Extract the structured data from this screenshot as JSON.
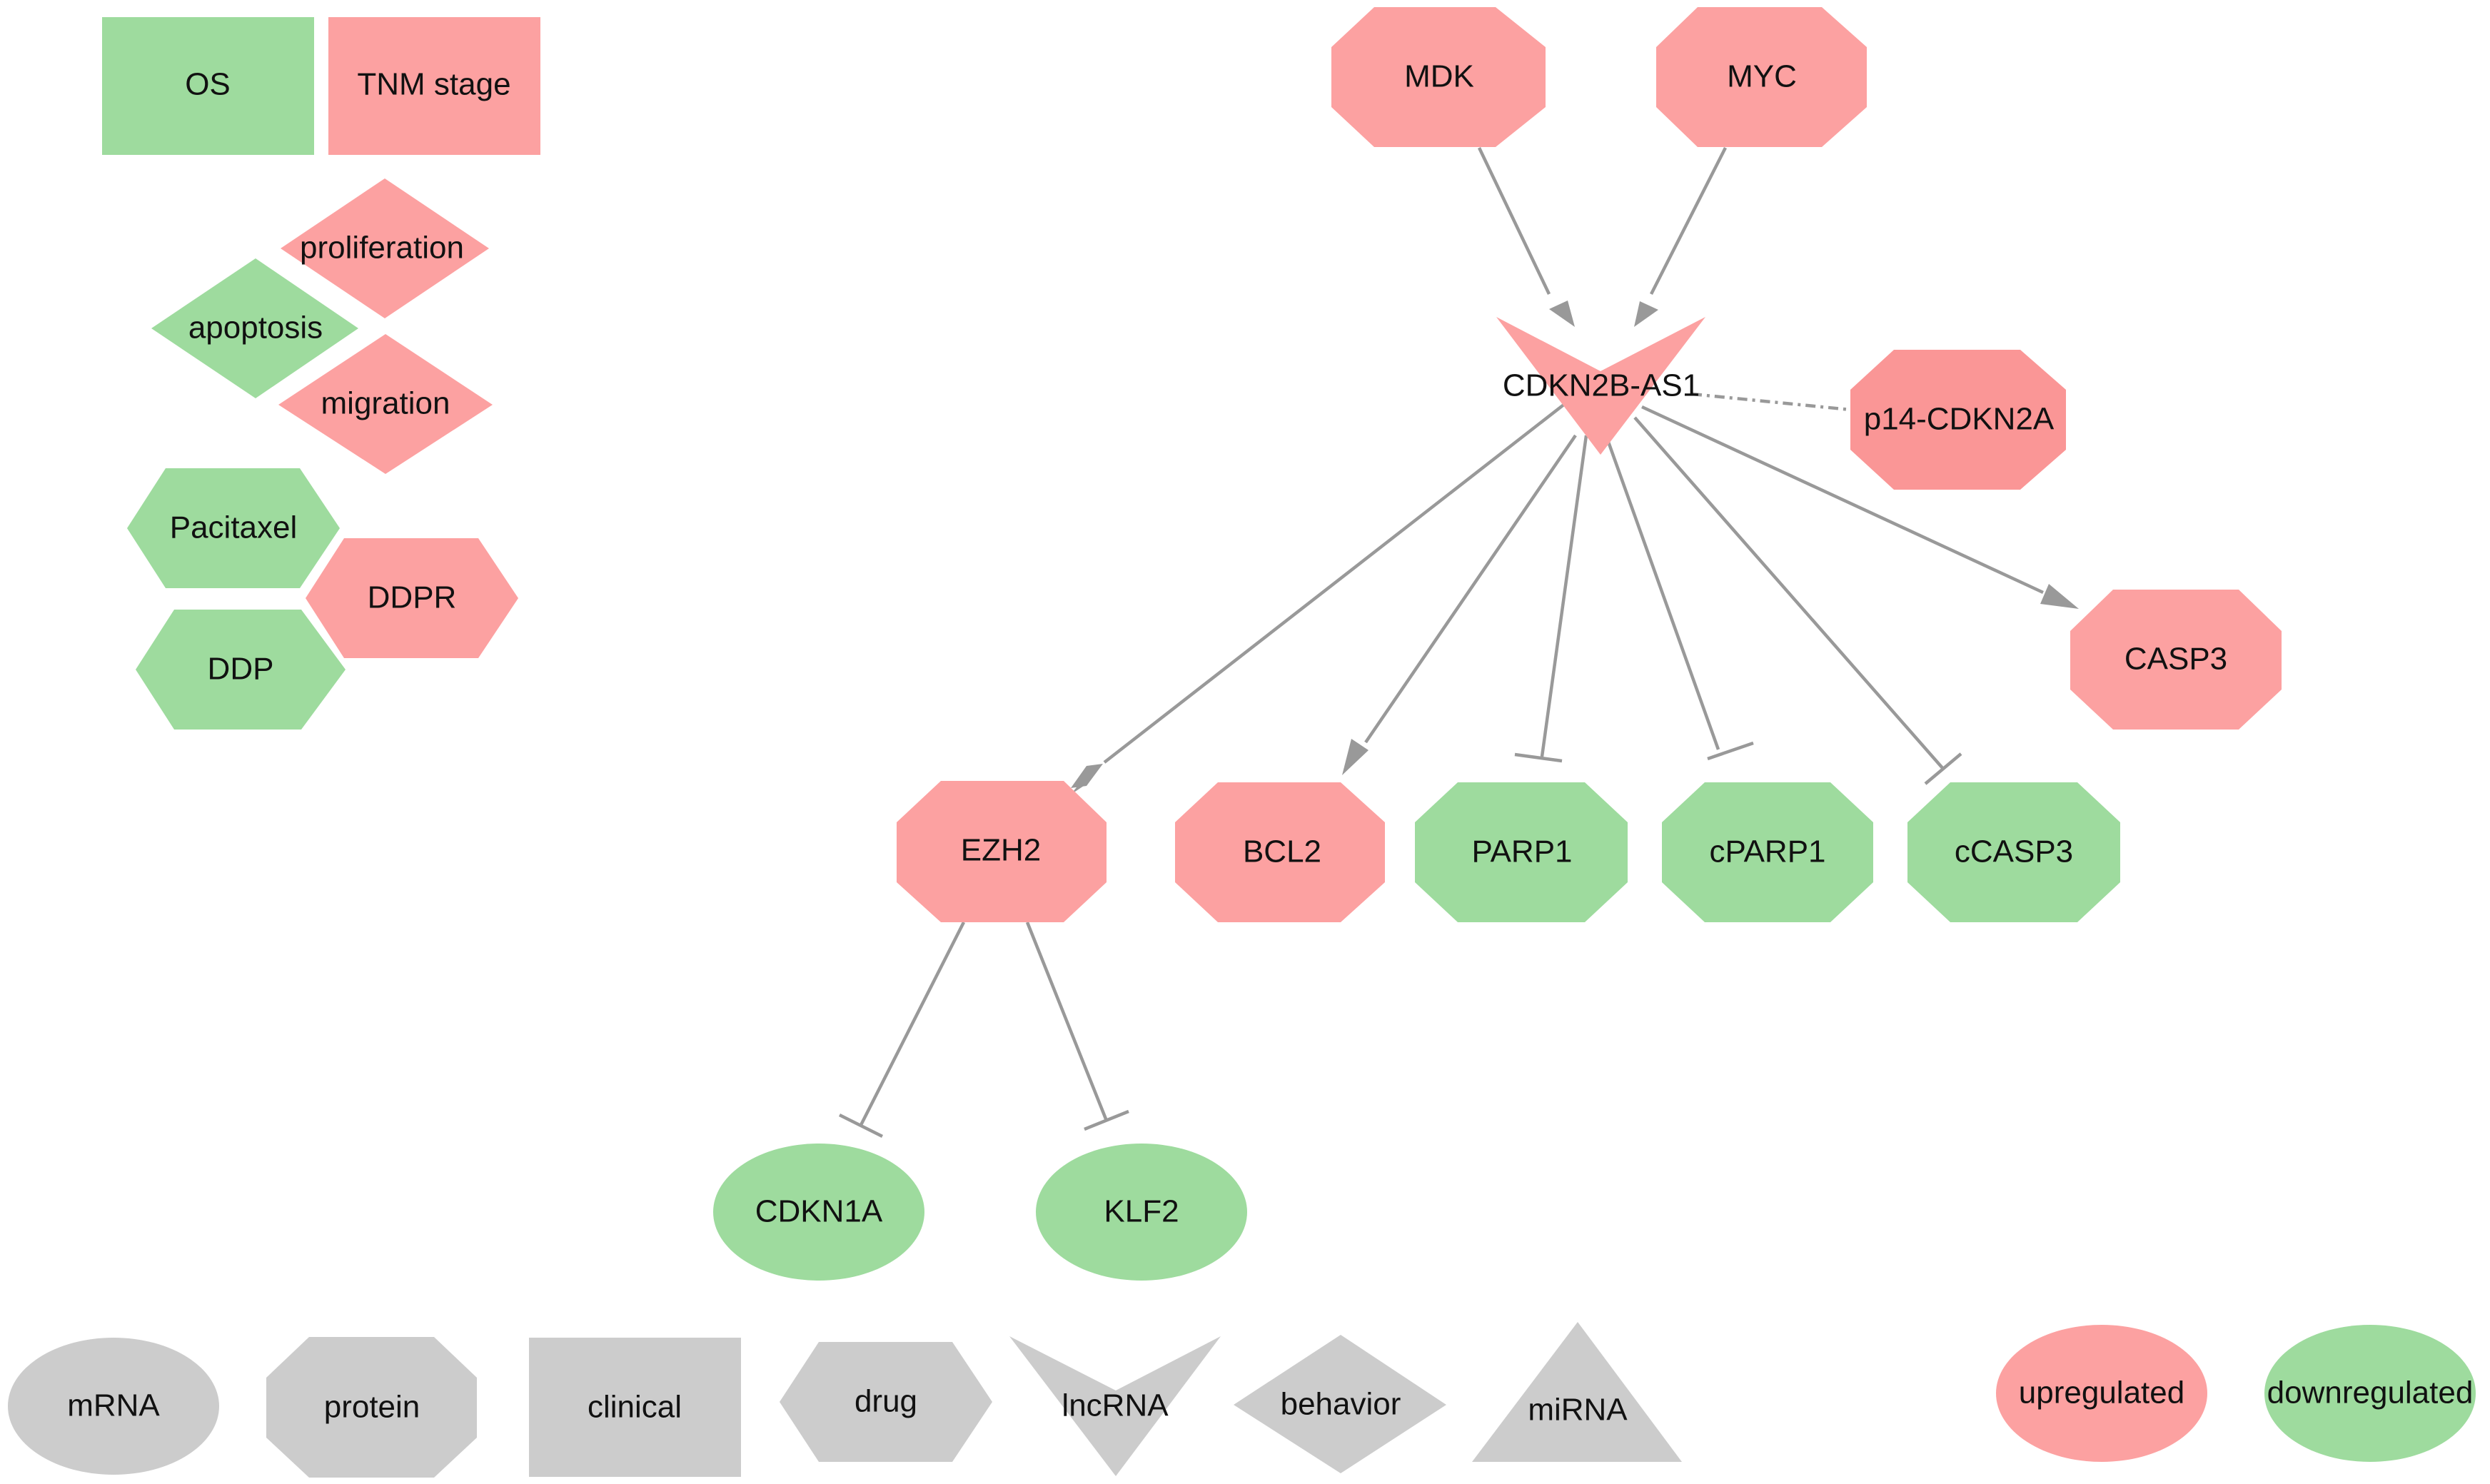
{
  "colors": {
    "upregulated": "#FCA1A1",
    "downregulated": "#9EDB9E",
    "legend_gray": "#CCCCCC",
    "edge": "#999999",
    "p14_fill": "#FA9696"
  },
  "clinical": {
    "os": "OS",
    "tnm": "TNM stage"
  },
  "behaviors": {
    "proliferation": "proliferation",
    "apoptosis": "apoptosis",
    "migration": "migration"
  },
  "drugs": {
    "pacitaxel": "Pacitaxel",
    "ddpr": "DDPR",
    "ddp": "DDP"
  },
  "network": {
    "mdk": "MDK",
    "myc": "MYC",
    "lncrna": "CDKN2B-AS1",
    "p14": "p14-CDKN2A",
    "casp3": "CASP3",
    "ezh2": "EZH2",
    "bcl2": "BCL2",
    "parp1": "PARP1",
    "cparp1": "cPARP1",
    "ccasp3": "cCASP3",
    "cdkn1a": "CDKN1A",
    "klf2": "KLF2"
  },
  "shape_legend": {
    "mrna": "mRNA",
    "protein": "protein",
    "clinical": "clinical",
    "drug": "drug",
    "lncrna": "lncRNA",
    "behavior": "behavior",
    "mirna": "miRNA"
  },
  "color_legend": {
    "up": "upregulated",
    "down": "downregulated"
  }
}
